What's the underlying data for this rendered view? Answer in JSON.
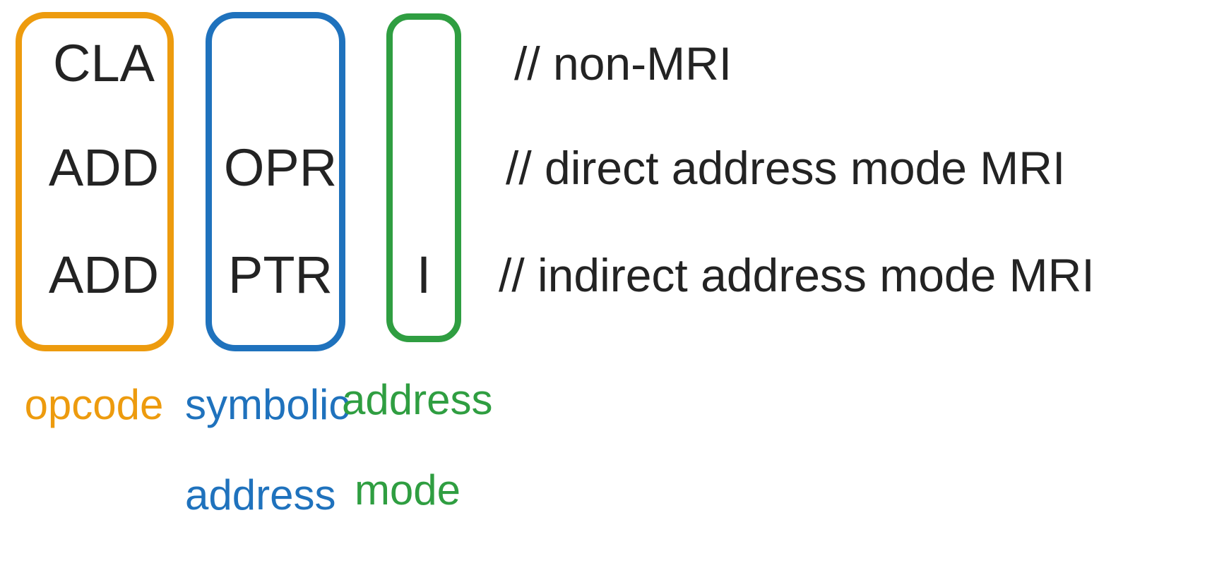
{
  "figure": {
    "title": "assembly instruction field breakdown",
    "background_color": "#ffffff",
    "text_color": "#232323",
    "colors": {
      "opcode": "#ED9B0E",
      "symbolic_address": "#1F72BD",
      "address_mode": "#2F9E41"
    }
  },
  "columns": [
    {
      "key": "opcode",
      "caption_line1": "opcode",
      "caption_line2": "",
      "color": "#ED9B0E"
    },
    {
      "key": "symbolic_address",
      "caption_line1": "symbolic",
      "caption_line2": "address",
      "color": "#1F72BD"
    },
    {
      "key": "address_mode",
      "caption_line1": "address",
      "caption_line2": "mode",
      "color": "#2F9E41"
    }
  ],
  "rows": [
    {
      "opcode": "CLA",
      "symbolic_address": "",
      "address_mode": "",
      "comment": "// non-MRI"
    },
    {
      "opcode": "ADD",
      "symbolic_address": "OPR",
      "address_mode": "",
      "comment": "// direct address mode MRI"
    },
    {
      "opcode": "ADD",
      "symbolic_address": "PTR",
      "address_mode": "I",
      "comment": "// indirect address mode MRI"
    }
  ]
}
